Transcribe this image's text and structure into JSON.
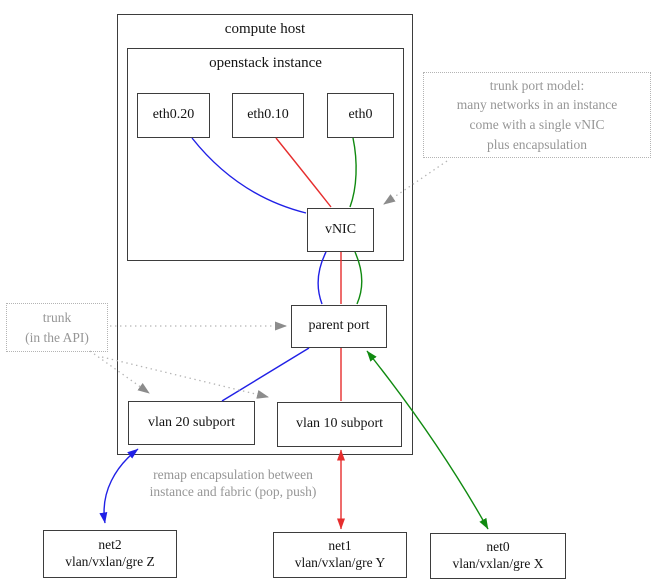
{
  "nodes": {
    "compute_host": "compute host",
    "openstack_instance": "openstack instance",
    "eth0_20": "eth0.20",
    "eth0_10": "eth0.10",
    "eth0": "eth0",
    "vnic": "vNIC",
    "parent_port": "parent port",
    "vlan20_subport": "vlan 20 subport",
    "vlan10_subport": "vlan 10 subport",
    "net2": {
      "name": "net2",
      "encap": "vlan/vxlan/gre Z"
    },
    "net1": {
      "name": "net1",
      "encap": "vlan/vxlan/gre Y"
    },
    "net0": {
      "name": "net0",
      "encap": "vlan/vxlan/gre X"
    }
  },
  "annotations": {
    "trunk_model": {
      "l1": "trunk port model:",
      "l2": "many networks in an instance",
      "l3": "come with a single vNIC",
      "l4": "plus encapsulation"
    },
    "trunk_api": {
      "l1": "trunk",
      "l2": "(in the API)"
    },
    "remap": {
      "l1": "remap encapsulation between",
      "l2": "instance and fabric (pop, push)"
    }
  },
  "colors": {
    "blue": "#2020e6",
    "red": "#e62e2e",
    "green": "#108a10",
    "note_gray": "#969696",
    "arrow_gray": "#8c8c8c",
    "dotted": "#b4b4b4",
    "border": "#3d3d3d"
  }
}
